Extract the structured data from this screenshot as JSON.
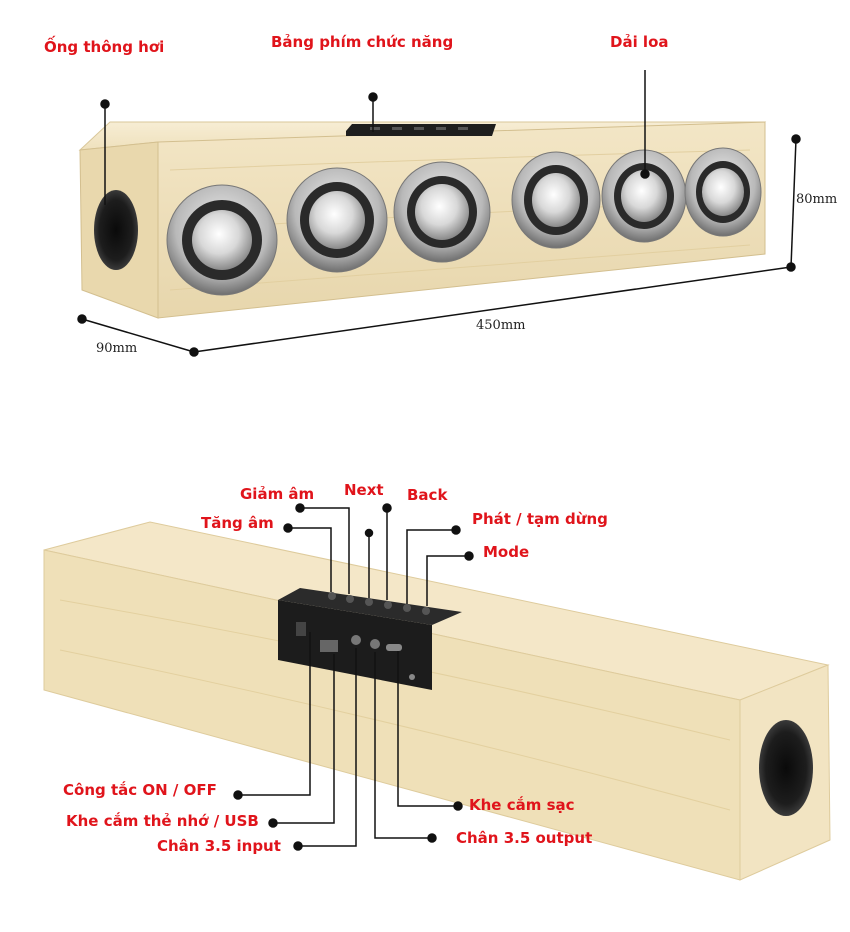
{
  "top_view": {
    "labels": {
      "vent": "Ống thông hơi",
      "keypad": "Bảng phím chức năng",
      "speakers": "Dải loa"
    },
    "dimensions": {
      "height": "80mm",
      "length": "450mm",
      "depth": "90mm"
    }
  },
  "back_view": {
    "labels": {
      "vol_down": "Giảm âm",
      "next": "Next",
      "back": "Back",
      "vol_up": "Tăng âm",
      "play_pause": "Phát / tạm dừng",
      "mode": "Mode",
      "power": "Công tắc ON / OFF",
      "card_usb": "Khe cắm thẻ nhớ / USB",
      "in35": "Chân 3.5 input",
      "charge": "Khe cắm sạc",
      "out35": "Chân 3.5 output"
    }
  },
  "colors": {
    "label_red": "#e0141b",
    "wood": "#f0e2bf",
    "panel": "#1c1c1c"
  }
}
